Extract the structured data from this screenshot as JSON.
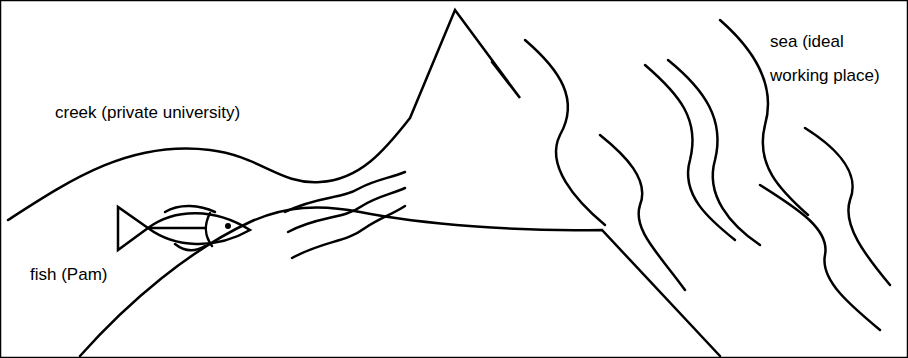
{
  "diagram": {
    "labels": [
      "creek (private university)",
      "fish (Pam)",
      "sea (ideal working place)"
    ]
  }
}
